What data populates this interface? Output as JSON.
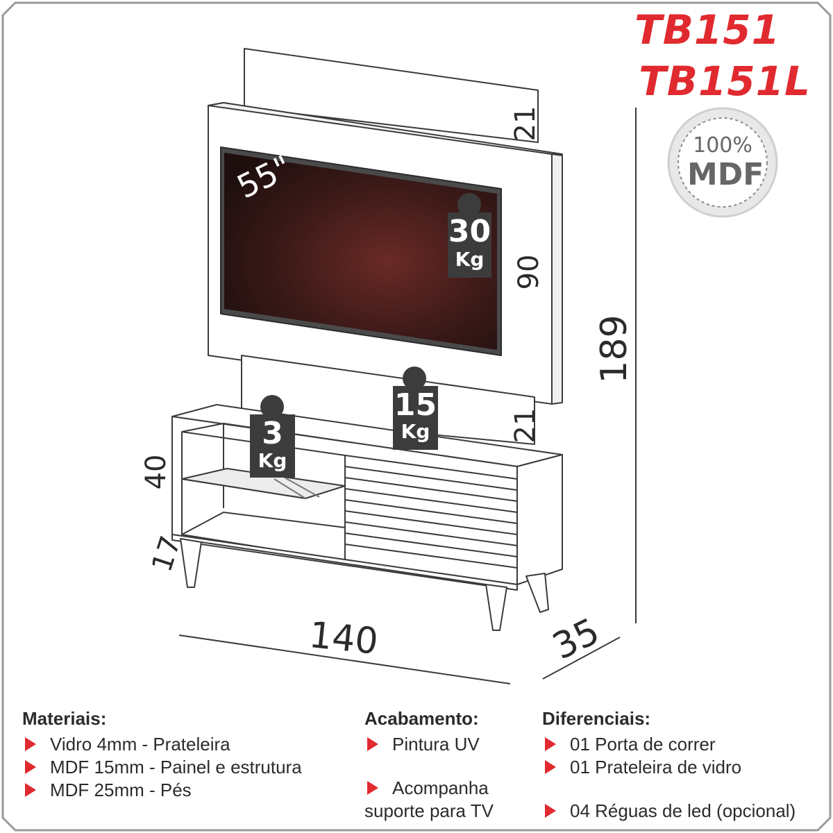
{
  "models": [
    "TB151",
    "TB151L"
  ],
  "badge": {
    "percent": "100%",
    "material": "MDF"
  },
  "tv_size": "55\"",
  "weights": {
    "panel": {
      "value": "30",
      "unit": "Kg"
    },
    "top": {
      "value": "15",
      "unit": "Kg"
    },
    "shelf": {
      "value": "3",
      "unit": "Kg"
    }
  },
  "dimensions": {
    "panel_top": "21",
    "panel_height": "90",
    "panel_bottom": "21",
    "total_height": "189",
    "rack_height": "40",
    "leg_height": "17",
    "width": "140",
    "depth": "35"
  },
  "materials": {
    "title": "Materiais:",
    "items": [
      "Vidro 4mm - Prateleira",
      "MDF 15mm - Painel e estrutura",
      "MDF 25mm - Pés"
    ]
  },
  "finish": {
    "title": "Acabamento:",
    "item1": "Pintura UV",
    "item2_line1": "Acompanha",
    "item2_line2": "suporte para TV"
  },
  "features": {
    "title": "Diferenciais:",
    "items": [
      "01 Porta de correr",
      "01 Prateleira de vidro",
      "04 Réguas de led (opcional)"
    ]
  },
  "colors": {
    "accent": "#e02a2f",
    "line": "#3a3a3a",
    "tag": "#3c3c3c",
    "screen": "#3a1a18"
  }
}
